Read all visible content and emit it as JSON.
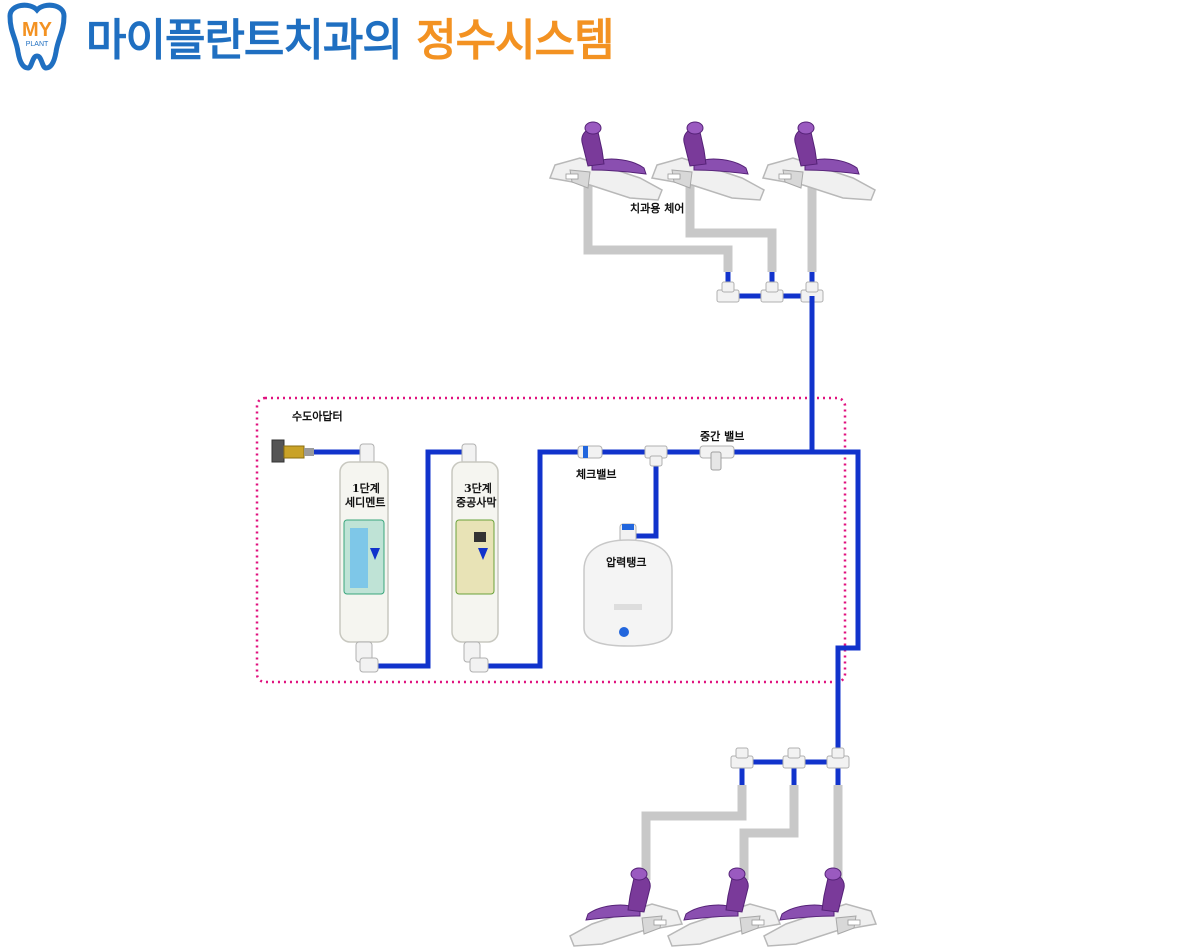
{
  "header": {
    "logo_text": "MY",
    "logo_subtext": "PLANT",
    "title_main": "마이플란트치과의",
    "title_accent": "정수시스템"
  },
  "labels": {
    "dental_chair": "치과용 체어",
    "tap_adapter": "수도아답터",
    "stage1": "1단계",
    "stage1_name": "세디멘트",
    "stage3": "3단계",
    "stage3_name": "중공사막",
    "check_valve": "체크밸브",
    "middle_valve": "중간 밸브",
    "pressure_tank": "압력탱크"
  },
  "colors": {
    "pipe_blue": "#1133cc",
    "pipe_gray": "#c8c8c8",
    "dotted_border": "#e0127f",
    "title_blue": "#1f6fc1",
    "title_orange": "#f39222",
    "chair_purple": "#7a3a9a"
  },
  "icons": {
    "logo": "tooth-icon",
    "chair": "dental-chair-icon",
    "filter": "filter-cartridge-icon",
    "tank": "pressure-tank-icon",
    "valve": "valve-icon",
    "adapter": "tap-adapter-icon"
  }
}
